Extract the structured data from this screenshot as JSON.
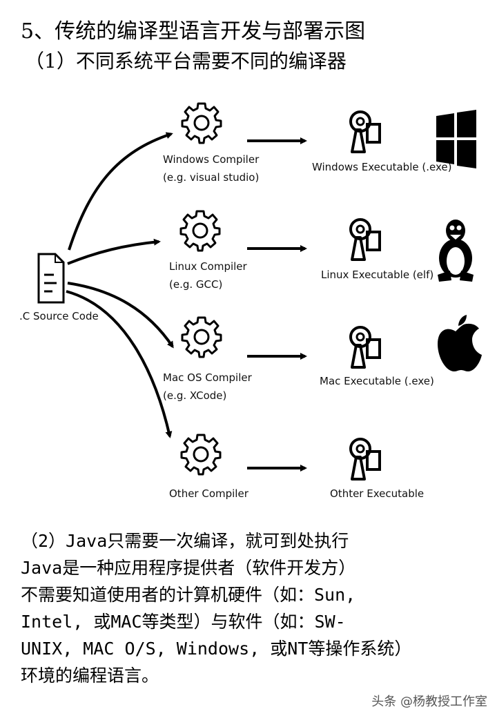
{
  "heading": {
    "title": "5、传统的编译型语言开发与部署示图",
    "subtitle": "（1）不同系统平台需要不同的编译器"
  },
  "diagram": {
    "source_label": ".C Source Code",
    "rows": [
      {
        "compiler_line1": "Windows Compiler",
        "compiler_line2": "(e.g. visual studio)",
        "executable": "Windows Executable (.exe)",
        "platform_icon": "windows-logo-icon"
      },
      {
        "compiler_line1": "Linux Compiler",
        "compiler_line2": "(e.g. GCC)",
        "executable": "Linux Executable (elf)",
        "platform_icon": "linux-tux-icon"
      },
      {
        "compiler_line1": "Mac OS Compiler",
        "compiler_line2": "(e.g. XCode)",
        "executable": "Mac Executable (.exe)",
        "platform_icon": "apple-logo-icon"
      },
      {
        "compiler_line1": "Other Compiler",
        "compiler_line2": "",
        "executable": "Othter Executable",
        "platform_icon": ""
      }
    ]
  },
  "body": {
    "lines": [
      "（2）Java只需要一次编译，就可到处执行",
      "  Java是一种应用程序提供者（软件开发方）",
      "不需要知道使用者的计算机硬件（如：Sun,",
      "Intel, 或MAC等类型）与软件（如：SW-",
      "UNIX, MAC O/S, Windows, 或NT等操作系统）",
      "环境的编程语言。"
    ]
  },
  "watermark": "头条 @杨教授工作室"
}
